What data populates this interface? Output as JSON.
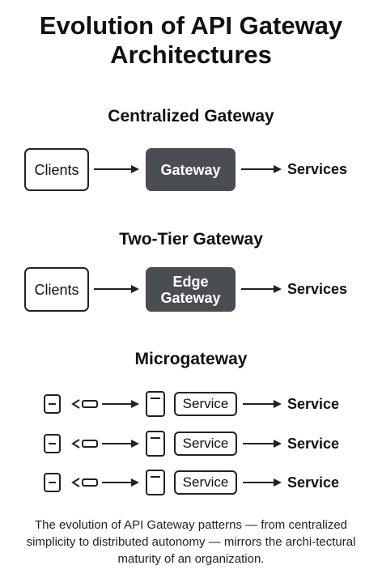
{
  "title": {
    "line1": "Evolution of API Gateway",
    "line2": "Architectures"
  },
  "sections": [
    {
      "heading": "Centralized Gateway",
      "client": "Clients",
      "gateway": "Gateway",
      "services": "Services"
    },
    {
      "heading": "Two-Tier Gateway",
      "client": "Clients",
      "gateway_line1": "Edge",
      "gateway_line2": "Gateway",
      "services": "Services"
    },
    {
      "heading": "Microgateway",
      "rows": [
        {
          "service_box": "Service",
          "service_label": "Service"
        },
        {
          "service_box": "Service",
          "service_label": "Service"
        },
        {
          "service_box": "Service",
          "service_label": "Service"
        }
      ]
    }
  ],
  "caption": "The evolution of API Gateway patterns — from centralized simplicity to distributed autonomy — mirrors the archi-tectural maturity of an organization.",
  "colors": {
    "gateway_fill": "#4a4d52",
    "stroke": "#222222"
  },
  "icons": [
    "client-device-icon",
    "link-icon",
    "gateway-device-icon",
    "arrow-right-icon"
  ]
}
